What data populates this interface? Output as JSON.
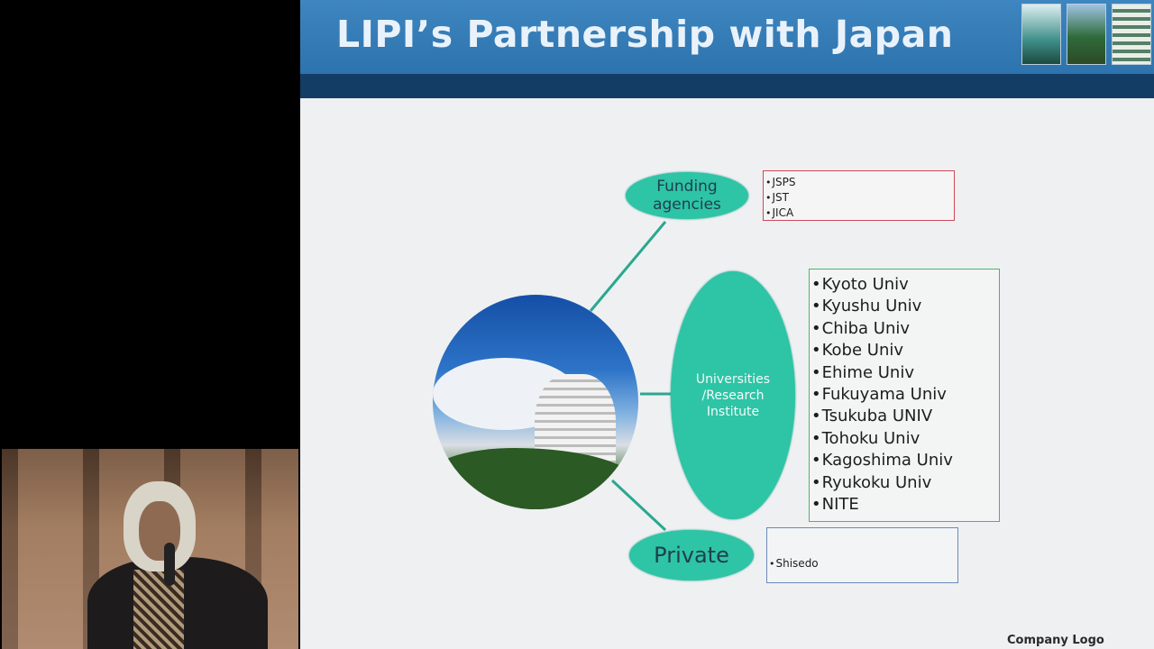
{
  "slide": {
    "title": "LIPI’s Partnership with Japan",
    "footer_logo": "Company Logo",
    "accent_colors": {
      "title_bar": "#2d73ad",
      "title_strip": "#143d66",
      "ellipse": "#2ec4a6",
      "funding_box_border": "#d0485a",
      "universities_box_border": "#45b86a",
      "private_box_border": "#6c8ab8"
    },
    "center_image": "campus-building-photo",
    "categories": {
      "funding": {
        "label": "Funding agencies",
        "items": [
          "JSPS",
          "JST",
          "JICA"
        ]
      },
      "universities": {
        "label": "Universities /Research Institute",
        "items": [
          "Kyoto Univ",
          "Kyushu Univ",
          "Chiba Univ",
          "Kobe Univ",
          "Ehime Univ",
          "Fukuyama Univ",
          "Tsukuba UNIV",
          "Tohoku Univ",
          "Kagoshima Univ",
          "Ryukoku Univ",
          "NITE"
        ]
      },
      "private": {
        "label": "Private",
        "items": [
          "Shisedo"
        ]
      }
    }
  },
  "video": {
    "speaker_panel": "speaker-video-feed"
  }
}
